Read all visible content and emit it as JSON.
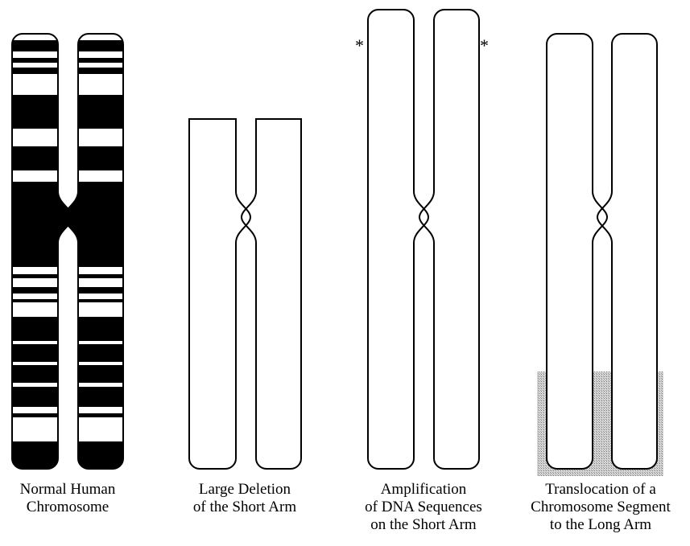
{
  "colors": {
    "band": "#000000",
    "chromosome_fill": "#ffffff",
    "translocated_shading": "#b8b8b8"
  },
  "amplification_marker": "*",
  "panels": [
    {
      "id": "normal",
      "caption": [
        "Normal Human",
        "Chromosome"
      ]
    },
    {
      "id": "deletion",
      "caption": [
        "Large Deletion",
        "of the Short Arm"
      ]
    },
    {
      "id": "amplification",
      "caption": [
        "Amplification",
        "of DNA Sequences",
        "on the Short Arm"
      ]
    },
    {
      "id": "translocation",
      "caption": [
        "Translocation of a",
        "Chromosome Segment",
        "to the Long Arm"
      ]
    }
  ]
}
